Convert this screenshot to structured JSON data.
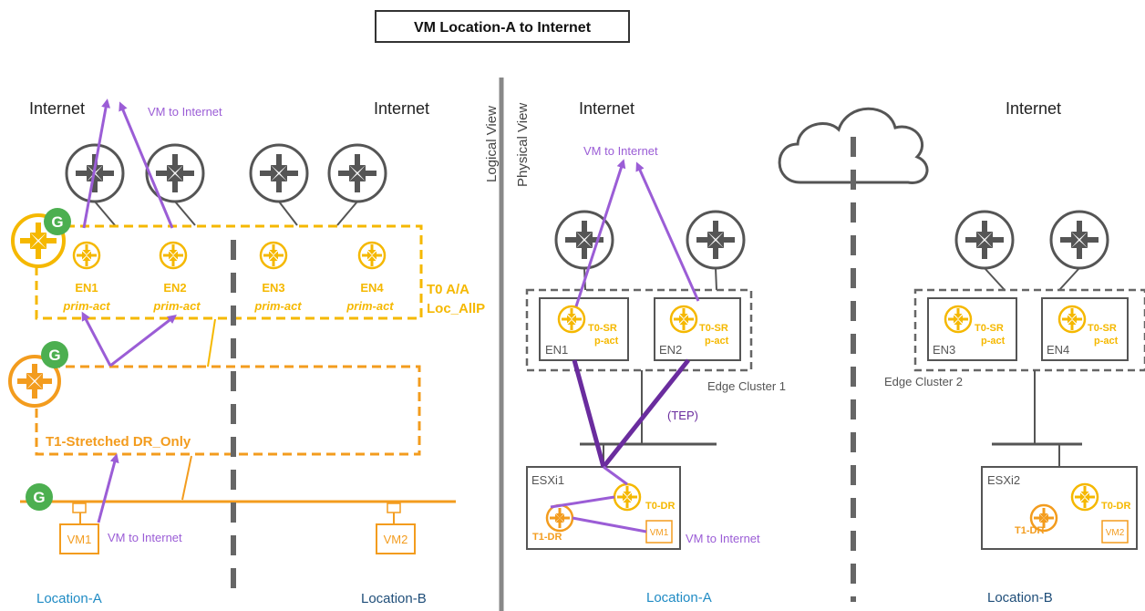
{
  "title": "VM Location-A to Internet",
  "view_labels": {
    "logical": "Logical View",
    "physical": "Physical View"
  },
  "logical": {
    "internet_left": "Internet",
    "internet_right": "Internet",
    "flow_top": "VM to Internet",
    "flow_bottom": "VM to Internet",
    "edge_nodes": [
      {
        "name": "EN1",
        "role": "prim-act"
      },
      {
        "name": "EN2",
        "role": "prim-act"
      },
      {
        "name": "EN3",
        "role": "prim-act"
      },
      {
        "name": "EN4",
        "role": "prim-act"
      }
    ],
    "t0_label_line1": "T0 A/A",
    "t0_label_line2": "Loc_AllP",
    "t1_label": "T1-Stretched DR_Only",
    "global_badge": "G",
    "vms": [
      "VM1",
      "VM2"
    ],
    "locations": [
      "Location-A",
      "Location-B"
    ]
  },
  "physical": {
    "internet_left": "Internet",
    "internet_right": "Internet",
    "flow_top": "VM to Internet",
    "flow_bottom": "VM to Internet",
    "tep_label": "(TEP)",
    "edge_cluster_1": "Edge Cluster 1",
    "edge_cluster_2": "Edge Cluster 2",
    "edge_nodes": [
      {
        "name": "EN1",
        "sr": "T0-SR",
        "role": "p-act"
      },
      {
        "name": "EN2",
        "sr": "T0-SR",
        "role": "p-act"
      },
      {
        "name": "EN3",
        "sr": "T0-SR",
        "role": "p-act"
      },
      {
        "name": "EN4",
        "sr": "T0-SR",
        "role": "p-act"
      }
    ],
    "hosts": [
      {
        "name": "ESXi1",
        "t0": "T0-DR",
        "t1": "T1-DR",
        "vm": "VM1"
      },
      {
        "name": "ESXi2",
        "t0": "T0-DR",
        "t1": "T1-DR",
        "vm": "VM2"
      }
    ],
    "locations": [
      "Location-A",
      "Location-B"
    ]
  },
  "colors": {
    "orange": "#F39C1E",
    "yellow": "#F5B800",
    "purple": "#9B5DD6",
    "dark_purple": "#6A2C9E",
    "gray": "#555555",
    "location_blue": "#1F8BC4",
    "green": "#4CAF50"
  }
}
